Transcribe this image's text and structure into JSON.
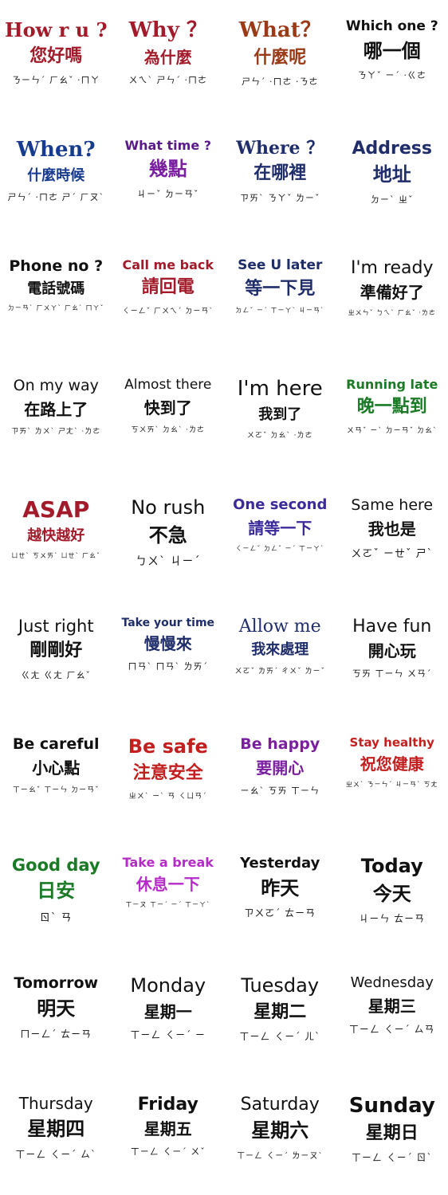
{
  "colors": {
    "black": "#111111",
    "maroon": "#a31b2a",
    "brown": "#9a3a16",
    "navy": "#173b8f",
    "darkblue": "#1f2d6b",
    "purple": "#7a1fa0",
    "violet": "#5a1a8a",
    "red": "#c41f1f",
    "green": "#1b7a26",
    "magenta": "#b52bc7"
  },
  "cells": [
    {
      "en": "How r u ?",
      "zh": "您好嗎",
      "bp": "ㄋㄧㄣˊ ㄏㄠˇ ·ㄇㄚ"
    },
    {
      "en": "Why ？",
      "zh": "為什麼",
      "bp": "ㄨㄟˋ ㄕㄣˊ ·ㄇㄜ"
    },
    {
      "en": "What？",
      "zh": "什麼呢",
      "bp": "ㄕㄣˊ ·ㄇㄜ ·ㄋㄜ"
    },
    {
      "en": "Which one ?",
      "zh": "哪一個",
      "bp": "ㄋㄚˇ ㄧˊ ·ㄍㄜ"
    },
    {
      "en": "When?",
      "zh": "什麼時候",
      "bp": "ㄕㄣˊ ·ㄇㄜ ㄕˊ ㄏㄡˋ"
    },
    {
      "en": "What time ?",
      "zh": "幾點",
      "bp": "ㄐㄧˇ ㄉㄧㄢˇ"
    },
    {
      "en": "Where ？",
      "zh": "在哪裡",
      "bp": "ㄗㄞˋ ㄋㄚˇ ㄌㄧˇ"
    },
    {
      "en": "Address",
      "zh": "地址",
      "bp": "ㄉㄧˋ ㄓˇ"
    },
    {
      "en": "Phone no ?",
      "zh": "電話號碼",
      "bp": "ㄉㄧㄢˋ ㄏㄨㄚˋ ㄏㄠˋ ㄇㄚˇ"
    },
    {
      "en": "Call me back",
      "zh": "請回電",
      "bp": "ㄑㄧㄥˇ ㄏㄨㄟˊ ㄉㄧㄢˋ"
    },
    {
      "en": "See U later",
      "zh": "等一下見",
      "bp": "ㄉㄥˇ ㄧˊ ㄒㄧㄚˋ ㄐㄧㄢˋ"
    },
    {
      "en": "I'm ready",
      "zh": "準備好了",
      "bp": "ㄓㄨㄣˇ ㄅㄟˋ ㄏㄠˇ ·ㄌㄜ"
    },
    {
      "en": "On my way",
      "zh": "在路上了",
      "bp": "ㄗㄞˋ ㄌㄨˋ ㄕㄤˋ ·ㄌㄜ"
    },
    {
      "en": "Almost there",
      "zh": "快到了",
      "bp": "ㄎㄨㄞˋ ㄉㄠˋ ·ㄌㄜ"
    },
    {
      "en": "I'm here",
      "zh": "我到了",
      "bp": "ㄨㄛˇ ㄉㄠˋ ·ㄌㄜ"
    },
    {
      "en": "Running late",
      "zh": "晚一點到",
      "bp": "ㄨㄢˇ ㄧˋ ㄉㄧㄢˇ ㄉㄠˋ"
    },
    {
      "en": "ASAP",
      "zh": "越快越好",
      "bp": "ㄩㄝˋ ㄎㄨㄞˋ ㄩㄝˋ ㄏㄠˇ"
    },
    {
      "en": "No rush",
      "zh": "不急",
      "bp": "ㄅㄨˋ ㄐㄧˊ"
    },
    {
      "en": "One second",
      "zh": "請等一下",
      "bp": "ㄑㄧㄥˇ ㄉㄥˇ ㄧˊ ㄒㄧㄚˋ"
    },
    {
      "en": "Same here",
      "zh": "我也是",
      "bp": "ㄨㄛˇ ㄧㄝˇ ㄕˋ"
    },
    {
      "en": "Just right",
      "zh": "剛剛好",
      "bp": "ㄍㄤ ㄍㄤ ㄏㄠˇ"
    },
    {
      "en": "Take your time",
      "zh": "慢慢來",
      "bp": "ㄇㄢˋ ㄇㄢˋ ㄌㄞˊ"
    },
    {
      "en": "Allow me",
      "zh": "我來處理",
      "bp": "ㄨㄛˇ ㄌㄞˊ ㄔㄨˇ ㄌㄧˇ"
    },
    {
      "en": "Have fun",
      "zh": "開心玩",
      "bp": "ㄎㄞ ㄒㄧㄣ ㄨㄢˊ"
    },
    {
      "en": "Be careful",
      "zh": "小心點",
      "bp": "ㄒㄧㄠˇ ㄒㄧㄣ ㄉㄧㄢˇ"
    },
    {
      "en": "Be safe",
      "zh": "注意安全",
      "bp": "ㄓㄨˋ ㄧˋ ㄢ ㄑㄩㄢˊ"
    },
    {
      "en": "Be happy",
      "zh": "要開心",
      "bp": "ㄧㄠˋ ㄎㄞ ㄒㄧㄣ"
    },
    {
      "en": "Stay healthy",
      "zh": "祝您健康",
      "bp": "ㄓㄨˋ ㄋㄧㄣˊ ㄐㄧㄢˋ ㄎㄤ"
    },
    {
      "en": "Good day",
      "zh": "日安",
      "bp": "ㄖˋ ㄢ"
    },
    {
      "en": "Take a break",
      "zh": "休息一下",
      "bp": "ㄒㄧㄡ ㄒㄧˊ ㄧˊ ㄒㄧㄚˋ"
    },
    {
      "en": "Yesterday",
      "zh": "昨天",
      "bp": "ㄗㄨㄛˊ ㄊㄧㄢ"
    },
    {
      "en": "Today",
      "zh": "今天",
      "bp": "ㄐㄧㄣ ㄊㄧㄢ"
    },
    {
      "en": "Tomorrow",
      "zh": "明天",
      "bp": "ㄇㄧㄥˊ ㄊㄧㄢ"
    },
    {
      "en": "Monday",
      "zh": "星期一",
      "bp": "ㄒㄧㄥ ㄑㄧˊ ㄧ"
    },
    {
      "en": "Tuesday",
      "zh": "星期二",
      "bp": "ㄒㄧㄥ ㄑㄧˊ ㄦˋ"
    },
    {
      "en": "Wednesday",
      "zh": "星期三",
      "bp": "ㄒㄧㄥ ㄑㄧˊ ㄙㄢ"
    },
    {
      "en": "Thursday",
      "zh": "星期四",
      "bp": "ㄒㄧㄥ ㄑㄧˊ ㄙˋ"
    },
    {
      "en": "Friday",
      "zh": "星期五",
      "bp": "ㄒㄧㄥ ㄑㄧˊ ㄨˇ"
    },
    {
      "en": "Saturday",
      "zh": "星期六",
      "bp": "ㄒㄧㄥ ㄑㄧˊ ㄌㄧㄡˋ"
    },
    {
      "en": "Sunday",
      "zh": "星期日",
      "bp": "ㄒㄧㄥ ㄑㄧˊ ㄖˋ"
    }
  ]
}
